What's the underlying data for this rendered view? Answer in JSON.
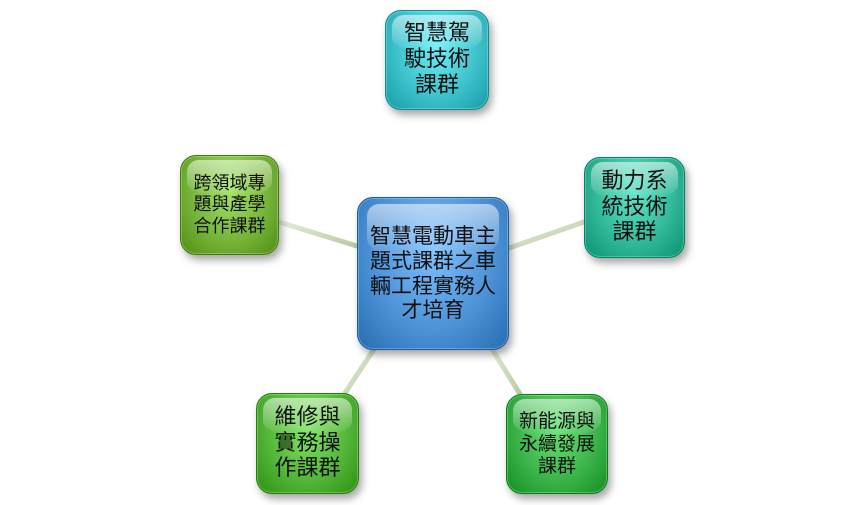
{
  "diagram": {
    "center": {
      "label": "智慧電動車主\n題式課群之車\n輛工程實務人\n才培育",
      "color": "#4f93d8"
    },
    "nodes": [
      {
        "key": "top",
        "label": "智慧駕\n駛技術\n課群",
        "color": "#3fc3cc"
      },
      {
        "key": "right",
        "label": "動力系\n統技術\n課群",
        "color": "#32b99a"
      },
      {
        "key": "bottom_right",
        "label": "新能源與\n永續發展\n課群",
        "color": "#3cb64a"
      },
      {
        "key": "bottom_left",
        "label": "維修與\n實務操\n作課群",
        "color": "#56b83a"
      },
      {
        "key": "left",
        "label": "跨領域專\n題與產學\n合作課群",
        "color": "#77b63a"
      }
    ],
    "connector_color": "#c8d9b8"
  }
}
